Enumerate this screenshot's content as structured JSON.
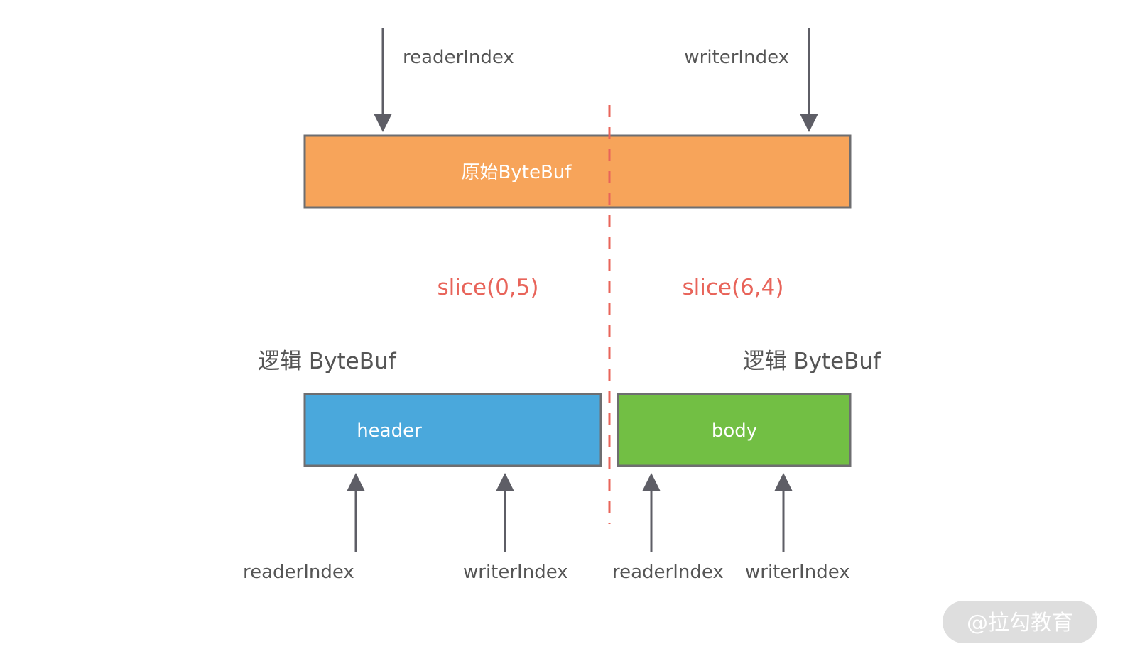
{
  "original_buffer": {
    "label": "原始ByteBuf",
    "reader_index_label": "readerIndex",
    "writer_index_label": "writerIndex",
    "fill_color": "#f7a45a"
  },
  "slices": [
    {
      "call": "slice(0,5)"
    },
    {
      "call": "slice(6,4)"
    }
  ],
  "logical_buffers": [
    {
      "title": "逻辑 ByteBuf",
      "label": "header",
      "reader_index_label": "readerIndex",
      "writer_index_label": "writerIndex",
      "fill_color": "#4aa8dc"
    },
    {
      "title": "逻辑 ByteBuf",
      "label": "body",
      "reader_index_label": "readerIndex",
      "writer_index_label": "writerIndex",
      "fill_color": "#72bf44"
    }
  ],
  "colors": {
    "border": "#6e6e70",
    "arrow": "#5e5e66",
    "divider": "#e8645a",
    "slice_text": "#e8645a"
  },
  "watermark": {
    "text": "@拉勾教育"
  }
}
